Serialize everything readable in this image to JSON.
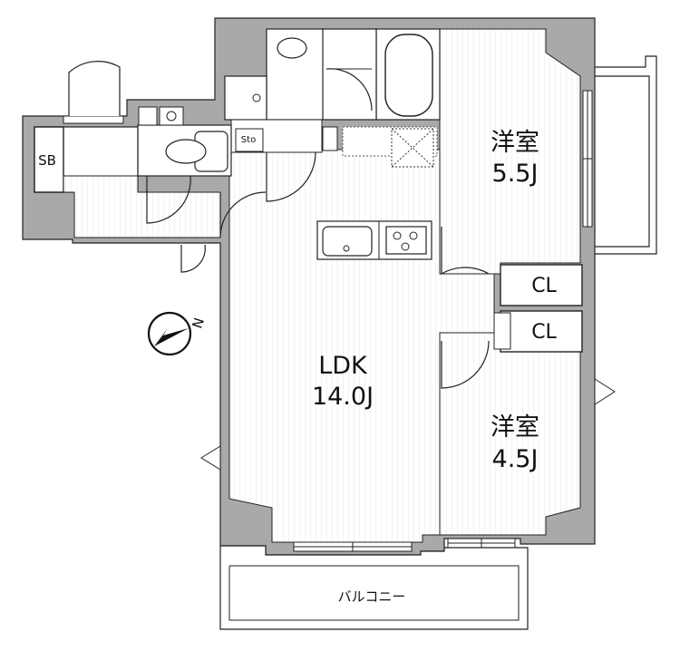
{
  "rooms": {
    "western_room_1": {
      "name": "洋室",
      "size": "5.5J"
    },
    "western_room_2": {
      "name": "洋室",
      "size": "4.5J"
    },
    "ldk": {
      "name": "LDK",
      "size": "14.0J"
    },
    "closet_1": "CL",
    "closet_2": "CL",
    "shoe_box": "SB",
    "storage": "Sto",
    "balcony": "バルコニー"
  },
  "compass": {
    "north_label": "N"
  },
  "colors": {
    "wall": "#a9a9a9",
    "line": "#222222",
    "floor_hatch": "#e6e6e6",
    "background": "#ffffff"
  }
}
